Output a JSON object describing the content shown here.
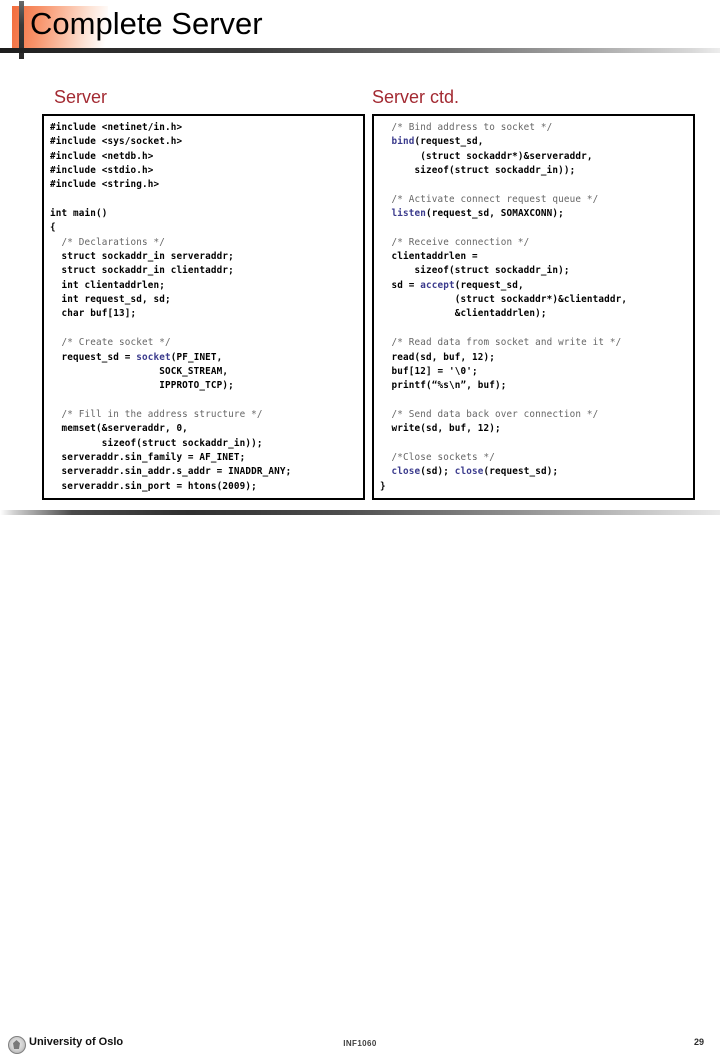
{
  "slide": {
    "title": "Complete Server"
  },
  "columns": {
    "left": {
      "heading": "Server",
      "code_lines": [
        {
          "segments": [
            {
              "t": "#include <netinet/in.h>",
              "k": "code"
            }
          ]
        },
        {
          "segments": [
            {
              "t": "#include <sys/socket.h>",
              "k": "code"
            }
          ]
        },
        {
          "segments": [
            {
              "t": "#include <netdb.h>",
              "k": "code"
            }
          ]
        },
        {
          "segments": [
            {
              "t": "#include <stdio.h>",
              "k": "code"
            }
          ]
        },
        {
          "segments": [
            {
              "t": "#include <string.h>",
              "k": "code"
            }
          ]
        },
        {
          "segments": []
        },
        {
          "segments": [
            {
              "t": "int main()",
              "k": "code"
            }
          ]
        },
        {
          "segments": [
            {
              "t": "{",
              "k": "code"
            }
          ]
        },
        {
          "segments": [
            {
              "t": "  /* Declarations */",
              "k": "comment"
            }
          ]
        },
        {
          "segments": [
            {
              "t": "  struct sockaddr_in serveraddr;",
              "k": "code"
            }
          ]
        },
        {
          "segments": [
            {
              "t": "  struct sockaddr_in clientaddr;",
              "k": "code"
            }
          ]
        },
        {
          "segments": [
            {
              "t": "  int clientaddrlen;",
              "k": "code"
            }
          ]
        },
        {
          "segments": [
            {
              "t": "  int request_sd, sd;",
              "k": "code"
            }
          ]
        },
        {
          "segments": [
            {
              "t": "  char buf[13];",
              "k": "code"
            }
          ]
        },
        {
          "segments": []
        },
        {
          "segments": [
            {
              "t": "  /* Create socket */",
              "k": "comment"
            }
          ]
        },
        {
          "segments": [
            {
              "t": "  request_sd = ",
              "k": "code"
            },
            {
              "t": "socket",
              "k": "func"
            },
            {
              "t": "(PF_INET,",
              "k": "code"
            }
          ]
        },
        {
          "segments": [
            {
              "t": "                   SOCK_STREAM,",
              "k": "code"
            }
          ]
        },
        {
          "segments": [
            {
              "t": "                   IPPROTO_TCP);",
              "k": "code"
            }
          ]
        },
        {
          "segments": []
        },
        {
          "segments": [
            {
              "t": "  /* Fill in the address structure */",
              "k": "comment"
            }
          ]
        },
        {
          "segments": [
            {
              "t": "  memset(&serveraddr, 0,",
              "k": "code"
            }
          ]
        },
        {
          "segments": [
            {
              "t": "         sizeof(struct sockaddr_in));",
              "k": "code"
            }
          ]
        },
        {
          "segments": [
            {
              "t": "  serveraddr.sin_family = AF_INET;",
              "k": "code"
            }
          ]
        },
        {
          "segments": [
            {
              "t": "  serveraddr.sin_addr.s_addr = INADDR_ANY;",
              "k": "code"
            }
          ]
        },
        {
          "segments": [
            {
              "t": "  serveraddr.sin_port = htons(2009);",
              "k": "code"
            }
          ]
        }
      ]
    },
    "right": {
      "heading": "Server ctd.",
      "code_lines": [
        {
          "segments": [
            {
              "t": "  /* Bind address to socket */",
              "k": "comment"
            }
          ]
        },
        {
          "segments": [
            {
              "t": "  ",
              "k": "code"
            },
            {
              "t": "bind",
              "k": "func"
            },
            {
              "t": "(request_sd,",
              "k": "code"
            }
          ]
        },
        {
          "segments": [
            {
              "t": "       (struct sockaddr*)&serveraddr,",
              "k": "code"
            }
          ]
        },
        {
          "segments": [
            {
              "t": "      sizeof(struct sockaddr_in));",
              "k": "code"
            }
          ]
        },
        {
          "segments": []
        },
        {
          "segments": [
            {
              "t": "  /* Activate connect request queue */",
              "k": "comment"
            }
          ]
        },
        {
          "segments": [
            {
              "t": "  ",
              "k": "code"
            },
            {
              "t": "listen",
              "k": "func"
            },
            {
              "t": "(request_sd, SOMAXCONN);",
              "k": "code"
            }
          ]
        },
        {
          "segments": []
        },
        {
          "segments": [
            {
              "t": "  /* Receive connection */",
              "k": "comment"
            }
          ]
        },
        {
          "segments": [
            {
              "t": "  clientaddrlen =",
              "k": "code"
            }
          ]
        },
        {
          "segments": [
            {
              "t": "      sizeof(struct sockaddr_in);",
              "k": "code"
            }
          ]
        },
        {
          "segments": [
            {
              "t": "  sd = ",
              "k": "code"
            },
            {
              "t": "accept",
              "k": "func"
            },
            {
              "t": "(request_sd,",
              "k": "code"
            }
          ]
        },
        {
          "segments": [
            {
              "t": "             (struct sockaddr*)&clientaddr,",
              "k": "code"
            }
          ]
        },
        {
          "segments": [
            {
              "t": "             &clientaddrlen);",
              "k": "code"
            }
          ]
        },
        {
          "segments": []
        },
        {
          "segments": [
            {
              "t": "  /* Read data from socket and write it */",
              "k": "comment"
            }
          ]
        },
        {
          "segments": [
            {
              "t": "  read(sd, buf, 12);",
              "k": "code"
            }
          ]
        },
        {
          "segments": [
            {
              "t": "  buf[12] = '\\0';",
              "k": "code"
            }
          ]
        },
        {
          "segments": [
            {
              "t": "  printf(“%s\\n”, buf);",
              "k": "code"
            }
          ]
        },
        {
          "segments": []
        },
        {
          "segments": [
            {
              "t": "  /* Send data back over connection */",
              "k": "comment"
            }
          ]
        },
        {
          "segments": [
            {
              "t": "  write(sd, buf, 12);",
              "k": "code"
            }
          ]
        },
        {
          "segments": []
        },
        {
          "segments": [
            {
              "t": "  /*Close sockets */",
              "k": "comment"
            }
          ]
        },
        {
          "segments": [
            {
              "t": "  ",
              "k": "code"
            },
            {
              "t": "close",
              "k": "func"
            },
            {
              "t": "(sd); ",
              "k": "code"
            },
            {
              "t": "close",
              "k": "func"
            },
            {
              "t": "(request_sd);",
              "k": "code"
            }
          ]
        },
        {
          "segments": [
            {
              "t": "}",
              "k": "code"
            }
          ]
        }
      ]
    }
  },
  "footer": {
    "organization": "University of Oslo",
    "course": "INF1060",
    "page_number": "29",
    "logo_icon": "uio-seal-icon"
  },
  "colors": {
    "heading_red": "#A32A32",
    "title_accent_orange": "#F26D3D",
    "code_comment_gray": "#666666",
    "code_function_blue": "#3A3A8C",
    "code_text_black": "#000000"
  }
}
